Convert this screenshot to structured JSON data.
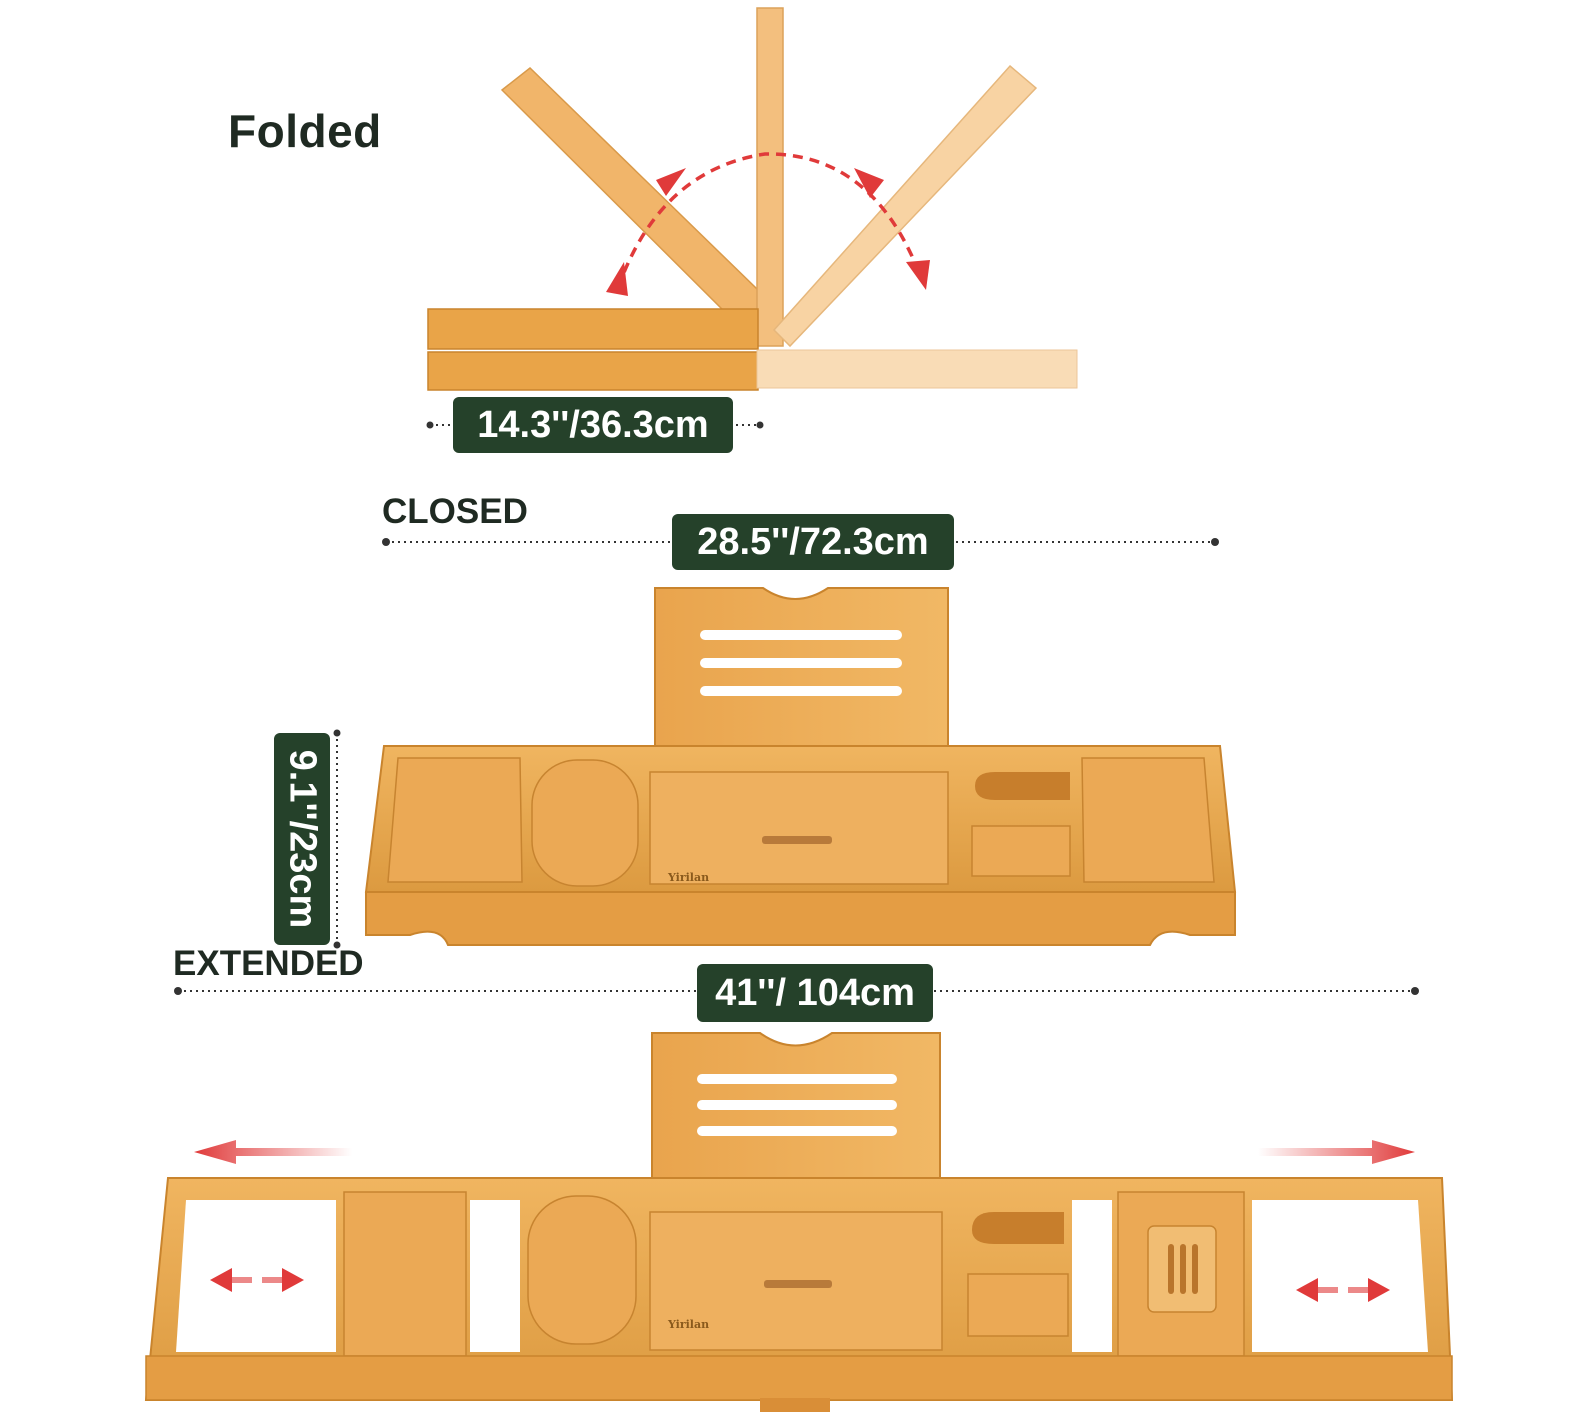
{
  "labels": {
    "folded": "Folded",
    "closed": "CLOSED",
    "extended": "EXTENDED"
  },
  "dimensions": {
    "folded_width": "14.3''/36.3cm",
    "closed_width": "28.5''/72.3cm",
    "height": "9.1''/23cm",
    "extended_width": "41''/ 104cm"
  },
  "brand_mark": "Yirilan",
  "colors": {
    "badge": "#25412a",
    "title_text": "#1f2a22",
    "bamboo": "#e8a34a",
    "bamboo_light": "#f2c07c",
    "bamboo_dark": "#c9842d",
    "arrow_red": "#e03a3a"
  }
}
